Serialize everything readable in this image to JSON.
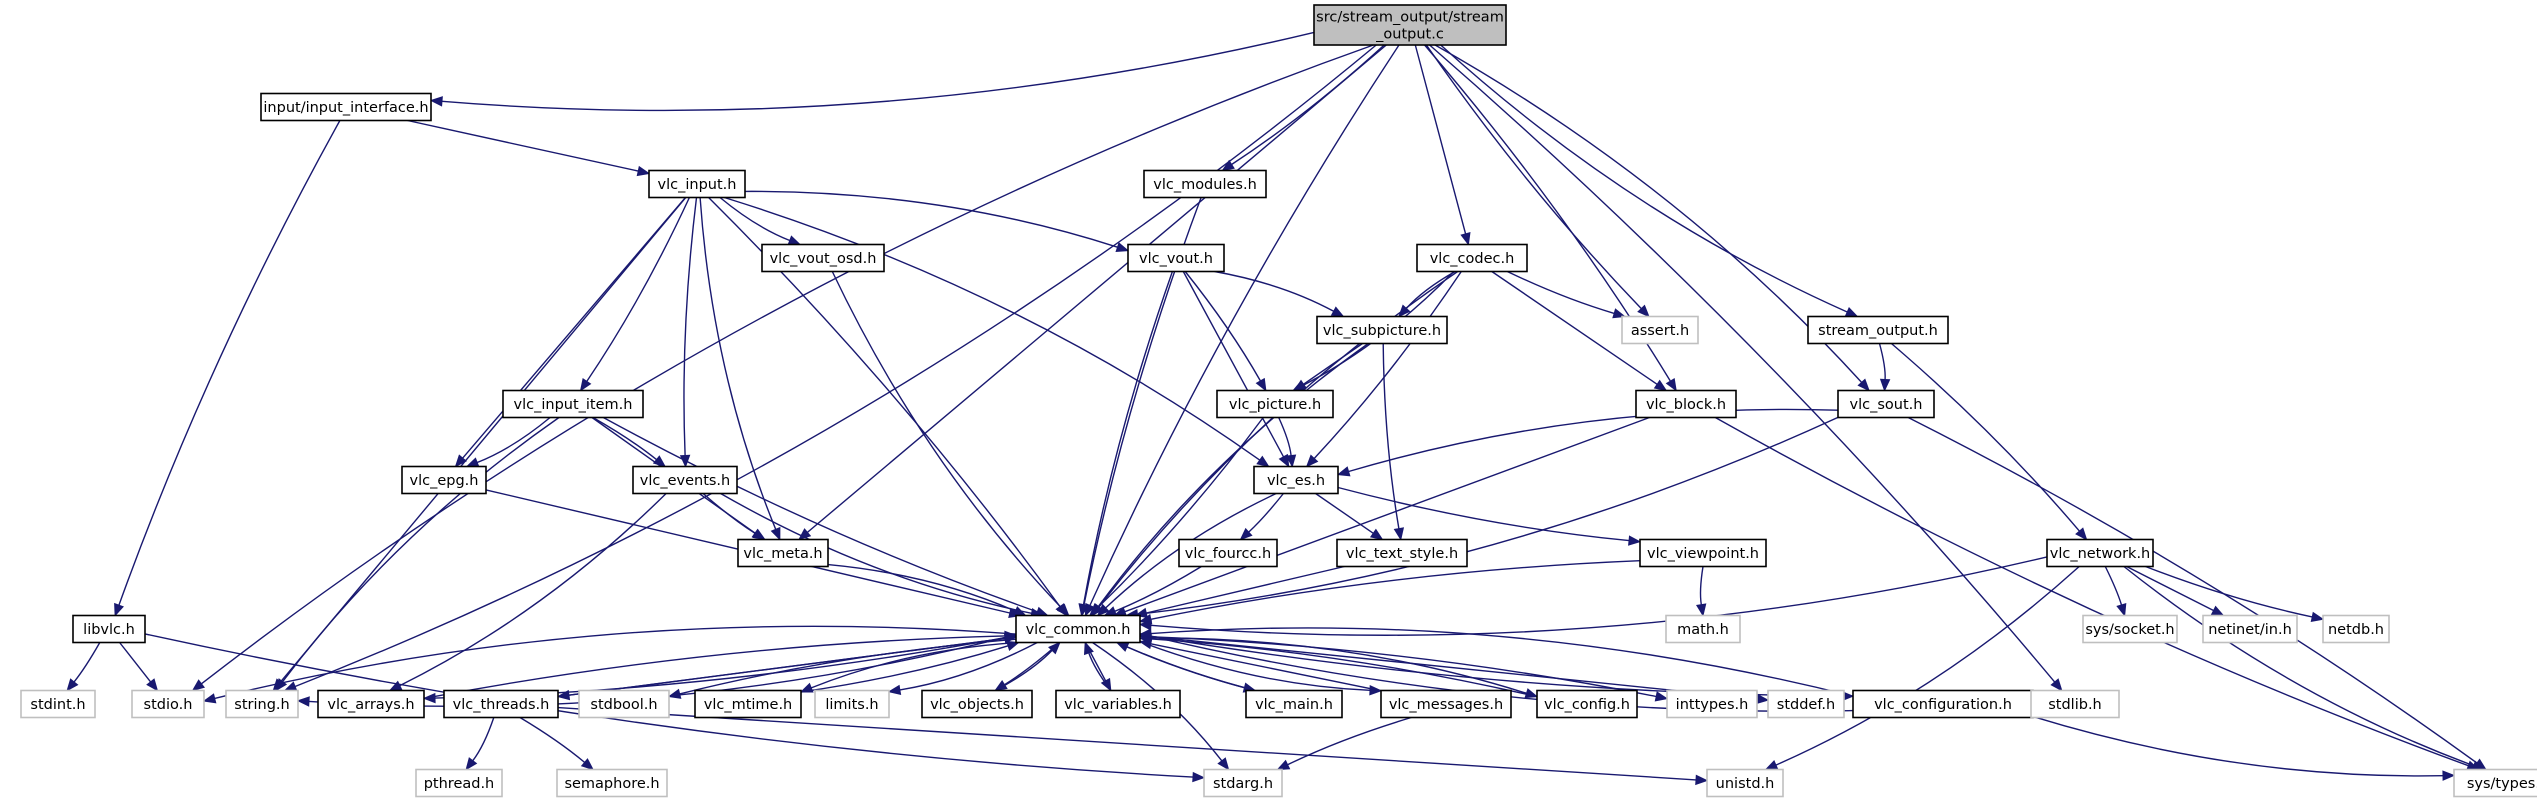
{
  "title": "src/stream_output/stream_output.c include dependency graph",
  "colors": {
    "edge": "#191970",
    "root_fill": "#bfbfbf",
    "root_stroke": "#000000",
    "documented_stroke": "#000000",
    "external_stroke": "#bfbfbf",
    "node_fill": "#ffffff"
  },
  "nodes": [
    {
      "id": "root",
      "lines": [
        "src/stream_output/stream",
        "_output.c"
      ],
      "kind": "root"
    },
    {
      "id": "input_interface",
      "lines": [
        "input/input_interface.h"
      ],
      "kind": "doc"
    },
    {
      "id": "vlc_input",
      "lines": [
        "vlc_input.h"
      ],
      "kind": "doc"
    },
    {
      "id": "vlc_modules",
      "lines": [
        "vlc_modules.h"
      ],
      "kind": "doc"
    },
    {
      "id": "vlc_vout_osd",
      "lines": [
        "vlc_vout_osd.h"
      ],
      "kind": "doc"
    },
    {
      "id": "vlc_vout",
      "lines": [
        "vlc_vout.h"
      ],
      "kind": "doc"
    },
    {
      "id": "vlc_codec",
      "lines": [
        "vlc_codec.h"
      ],
      "kind": "doc"
    },
    {
      "id": "assert",
      "lines": [
        "assert.h"
      ],
      "kind": "ext"
    },
    {
      "id": "stream_output",
      "lines": [
        "stream_output.h"
      ],
      "kind": "doc"
    },
    {
      "id": "vlc_subpicture",
      "lines": [
        "vlc_subpicture.h"
      ],
      "kind": "doc"
    },
    {
      "id": "vlc_input_item",
      "lines": [
        "vlc_input_item.h"
      ],
      "kind": "doc"
    },
    {
      "id": "vlc_picture",
      "lines": [
        "vlc_picture.h"
      ],
      "kind": "doc"
    },
    {
      "id": "vlc_block",
      "lines": [
        "vlc_block.h"
      ],
      "kind": "doc"
    },
    {
      "id": "vlc_sout",
      "lines": [
        "vlc_sout.h"
      ],
      "kind": "doc"
    },
    {
      "id": "vlc_epg",
      "lines": [
        "vlc_epg.h"
      ],
      "kind": "doc"
    },
    {
      "id": "vlc_events",
      "lines": [
        "vlc_events.h"
      ],
      "kind": "doc"
    },
    {
      "id": "vlc_es",
      "lines": [
        "vlc_es.h"
      ],
      "kind": "doc"
    },
    {
      "id": "vlc_meta",
      "lines": [
        "vlc_meta.h"
      ],
      "kind": "doc"
    },
    {
      "id": "vlc_fourcc",
      "lines": [
        "vlc_fourcc.h"
      ],
      "kind": "doc"
    },
    {
      "id": "vlc_text_style",
      "lines": [
        "vlc_text_style.h"
      ],
      "kind": "doc"
    },
    {
      "id": "vlc_viewpoint",
      "lines": [
        "vlc_viewpoint.h"
      ],
      "kind": "doc"
    },
    {
      "id": "vlc_network",
      "lines": [
        "vlc_network.h"
      ],
      "kind": "doc"
    },
    {
      "id": "libvlc",
      "lines": [
        "libvlc.h"
      ],
      "kind": "doc"
    },
    {
      "id": "vlc_common",
      "lines": [
        "vlc_common.h"
      ],
      "kind": "doc"
    },
    {
      "id": "math",
      "lines": [
        "math.h"
      ],
      "kind": "ext"
    },
    {
      "id": "sys_socket",
      "lines": [
        "sys/socket.h"
      ],
      "kind": "ext"
    },
    {
      "id": "netinet_in",
      "lines": [
        "netinet/in.h"
      ],
      "kind": "ext"
    },
    {
      "id": "netdb",
      "lines": [
        "netdb.h"
      ],
      "kind": "ext"
    },
    {
      "id": "stdint",
      "lines": [
        "stdint.h"
      ],
      "kind": "ext"
    },
    {
      "id": "stdio",
      "lines": [
        "stdio.h"
      ],
      "kind": "ext"
    },
    {
      "id": "string",
      "lines": [
        "string.h"
      ],
      "kind": "ext"
    },
    {
      "id": "vlc_arrays",
      "lines": [
        "vlc_arrays.h"
      ],
      "kind": "doc"
    },
    {
      "id": "vlc_threads",
      "lines": [
        "vlc_threads.h"
      ],
      "kind": "doc"
    },
    {
      "id": "stdbool",
      "lines": [
        "stdbool.h"
      ],
      "kind": "ext"
    },
    {
      "id": "vlc_mtime",
      "lines": [
        "vlc_mtime.h"
      ],
      "kind": "doc"
    },
    {
      "id": "limits",
      "lines": [
        "limits.h"
      ],
      "kind": "ext"
    },
    {
      "id": "vlc_objects",
      "lines": [
        "vlc_objects.h"
      ],
      "kind": "doc"
    },
    {
      "id": "vlc_variables",
      "lines": [
        "vlc_variables.h"
      ],
      "kind": "doc"
    },
    {
      "id": "vlc_main",
      "lines": [
        "vlc_main.h"
      ],
      "kind": "doc"
    },
    {
      "id": "vlc_messages",
      "lines": [
        "vlc_messages.h"
      ],
      "kind": "doc"
    },
    {
      "id": "vlc_config",
      "lines": [
        "vlc_config.h"
      ],
      "kind": "doc"
    },
    {
      "id": "inttypes",
      "lines": [
        "inttypes.h"
      ],
      "kind": "ext"
    },
    {
      "id": "stddef",
      "lines": [
        "stddef.h"
      ],
      "kind": "ext"
    },
    {
      "id": "vlc_configuration",
      "lines": [
        "vlc_configuration.h"
      ],
      "kind": "doc"
    },
    {
      "id": "stdlib",
      "lines": [
        "stdlib.h"
      ],
      "kind": "ext"
    },
    {
      "id": "pthread",
      "lines": [
        "pthread.h"
      ],
      "kind": "ext"
    },
    {
      "id": "semaphore",
      "lines": [
        "semaphore.h"
      ],
      "kind": "ext"
    },
    {
      "id": "stdarg",
      "lines": [
        "stdarg.h"
      ],
      "kind": "ext"
    },
    {
      "id": "unistd",
      "lines": [
        "unistd.h"
      ],
      "kind": "ext"
    },
    {
      "id": "sys_types",
      "lines": [
        "sys/types.h"
      ],
      "kind": "ext"
    }
  ],
  "edges": [
    [
      "root",
      "input_interface"
    ],
    [
      "root",
      "vlc_modules"
    ],
    [
      "root",
      "vlc_codec"
    ],
    [
      "root",
      "assert"
    ],
    [
      "root",
      "stream_output"
    ],
    [
      "root",
      "vlc_sout"
    ],
    [
      "root",
      "vlc_block"
    ],
    [
      "root",
      "vlc_meta"
    ],
    [
      "root",
      "vlc_common"
    ],
    [
      "root",
      "stdio"
    ],
    [
      "root",
      "string"
    ],
    [
      "root",
      "stdlib"
    ],
    [
      "input_interface",
      "vlc_input"
    ],
    [
      "input_interface",
      "libvlc"
    ],
    [
      "vlc_input",
      "vlc_vout_osd"
    ],
    [
      "vlc_input",
      "vlc_vout"
    ],
    [
      "vlc_input",
      "vlc_input_item"
    ],
    [
      "vlc_input",
      "vlc_epg"
    ],
    [
      "vlc_input",
      "vlc_events"
    ],
    [
      "vlc_input",
      "vlc_meta"
    ],
    [
      "vlc_input",
      "vlc_es"
    ],
    [
      "vlc_input",
      "vlc_common"
    ],
    [
      "vlc_input",
      "string"
    ],
    [
      "vlc_modules",
      "vlc_common"
    ],
    [
      "vlc_vout_osd",
      "vlc_common"
    ],
    [
      "vlc_vout",
      "vlc_subpicture"
    ],
    [
      "vlc_vout",
      "vlc_picture"
    ],
    [
      "vlc_vout",
      "vlc_es"
    ],
    [
      "vlc_vout",
      "vlc_common"
    ],
    [
      "vlc_codec",
      "vlc_subpicture"
    ],
    [
      "vlc_codec",
      "vlc_picture"
    ],
    [
      "vlc_codec",
      "vlc_es"
    ],
    [
      "vlc_codec",
      "vlc_block"
    ],
    [
      "vlc_codec",
      "assert"
    ],
    [
      "vlc_codec",
      "vlc_common"
    ],
    [
      "stream_output",
      "vlc_sout"
    ],
    [
      "stream_output",
      "vlc_network"
    ],
    [
      "vlc_subpicture",
      "vlc_picture"
    ],
    [
      "vlc_subpicture",
      "vlc_text_style"
    ],
    [
      "vlc_subpicture",
      "vlc_common"
    ],
    [
      "vlc_input_item",
      "vlc_epg"
    ],
    [
      "vlc_input_item",
      "vlc_events"
    ],
    [
      "vlc_input_item",
      "vlc_meta"
    ],
    [
      "vlc_input_item",
      "vlc_common"
    ],
    [
      "vlc_input_item",
      "string"
    ],
    [
      "vlc_picture",
      "vlc_es"
    ],
    [
      "vlc_picture",
      "vlc_common"
    ],
    [
      "vlc_block",
      "vlc_common"
    ],
    [
      "vlc_block",
      "sys_types"
    ],
    [
      "vlc_sout",
      "vlc_es"
    ],
    [
      "vlc_sout",
      "vlc_common"
    ],
    [
      "vlc_sout",
      "sys_types"
    ],
    [
      "vlc_epg",
      "vlc_common"
    ],
    [
      "vlc_events",
      "vlc_meta"
    ],
    [
      "vlc_events",
      "vlc_common"
    ],
    [
      "vlc_events",
      "vlc_arrays"
    ],
    [
      "vlc_es",
      "vlc_fourcc"
    ],
    [
      "vlc_es",
      "vlc_text_style"
    ],
    [
      "vlc_es",
      "vlc_viewpoint"
    ],
    [
      "vlc_es",
      "vlc_common"
    ],
    [
      "vlc_meta",
      "vlc_common"
    ],
    [
      "vlc_fourcc",
      "vlc_common"
    ],
    [
      "vlc_text_style",
      "vlc_common"
    ],
    [
      "vlc_viewpoint",
      "vlc_common"
    ],
    [
      "vlc_viewpoint",
      "math"
    ],
    [
      "vlc_network",
      "vlc_common"
    ],
    [
      "vlc_network",
      "sys_socket"
    ],
    [
      "vlc_network",
      "netinet_in"
    ],
    [
      "vlc_network",
      "netdb"
    ],
    [
      "vlc_network",
      "sys_types"
    ],
    [
      "vlc_network",
      "unistd"
    ],
    [
      "libvlc",
      "stdint"
    ],
    [
      "libvlc",
      "stdio"
    ],
    [
      "libvlc",
      "stdarg"
    ],
    [
      "vlc_common",
      "stdio"
    ],
    [
      "vlc_common",
      "string"
    ],
    [
      "vlc_common",
      "vlc_arrays"
    ],
    [
      "vlc_common",
      "vlc_threads"
    ],
    [
      "vlc_common",
      "stdbool"
    ],
    [
      "vlc_common",
      "vlc_mtime"
    ],
    [
      "vlc_common",
      "limits"
    ],
    [
      "vlc_common",
      "vlc_objects"
    ],
    [
      "vlc_common",
      "vlc_variables"
    ],
    [
      "vlc_common",
      "vlc_main"
    ],
    [
      "vlc_common",
      "vlc_messages"
    ],
    [
      "vlc_common",
      "vlc_config"
    ],
    [
      "vlc_common",
      "inttypes"
    ],
    [
      "vlc_common",
      "stddef"
    ],
    [
      "vlc_common",
      "vlc_configuration"
    ],
    [
      "vlc_common",
      "stdlib"
    ],
    [
      "vlc_common",
      "stdarg"
    ],
    [
      "vlc_arrays",
      "vlc_common"
    ],
    [
      "vlc_threads",
      "vlc_common"
    ],
    [
      "vlc_mtime",
      "vlc_common"
    ],
    [
      "vlc_objects",
      "vlc_common"
    ],
    [
      "vlc_variables",
      "vlc_common"
    ],
    [
      "vlc_main",
      "vlc_common"
    ],
    [
      "vlc_messages",
      "vlc_common"
    ],
    [
      "vlc_config",
      "vlc_common"
    ],
    [
      "vlc_configuration",
      "vlc_common"
    ],
    [
      "vlc_threads",
      "pthread"
    ],
    [
      "vlc_threads",
      "semaphore"
    ],
    [
      "vlc_threads",
      "unistd"
    ],
    [
      "vlc_messages",
      "stdarg"
    ],
    [
      "vlc_configuration",
      "sys_types"
    ]
  ]
}
